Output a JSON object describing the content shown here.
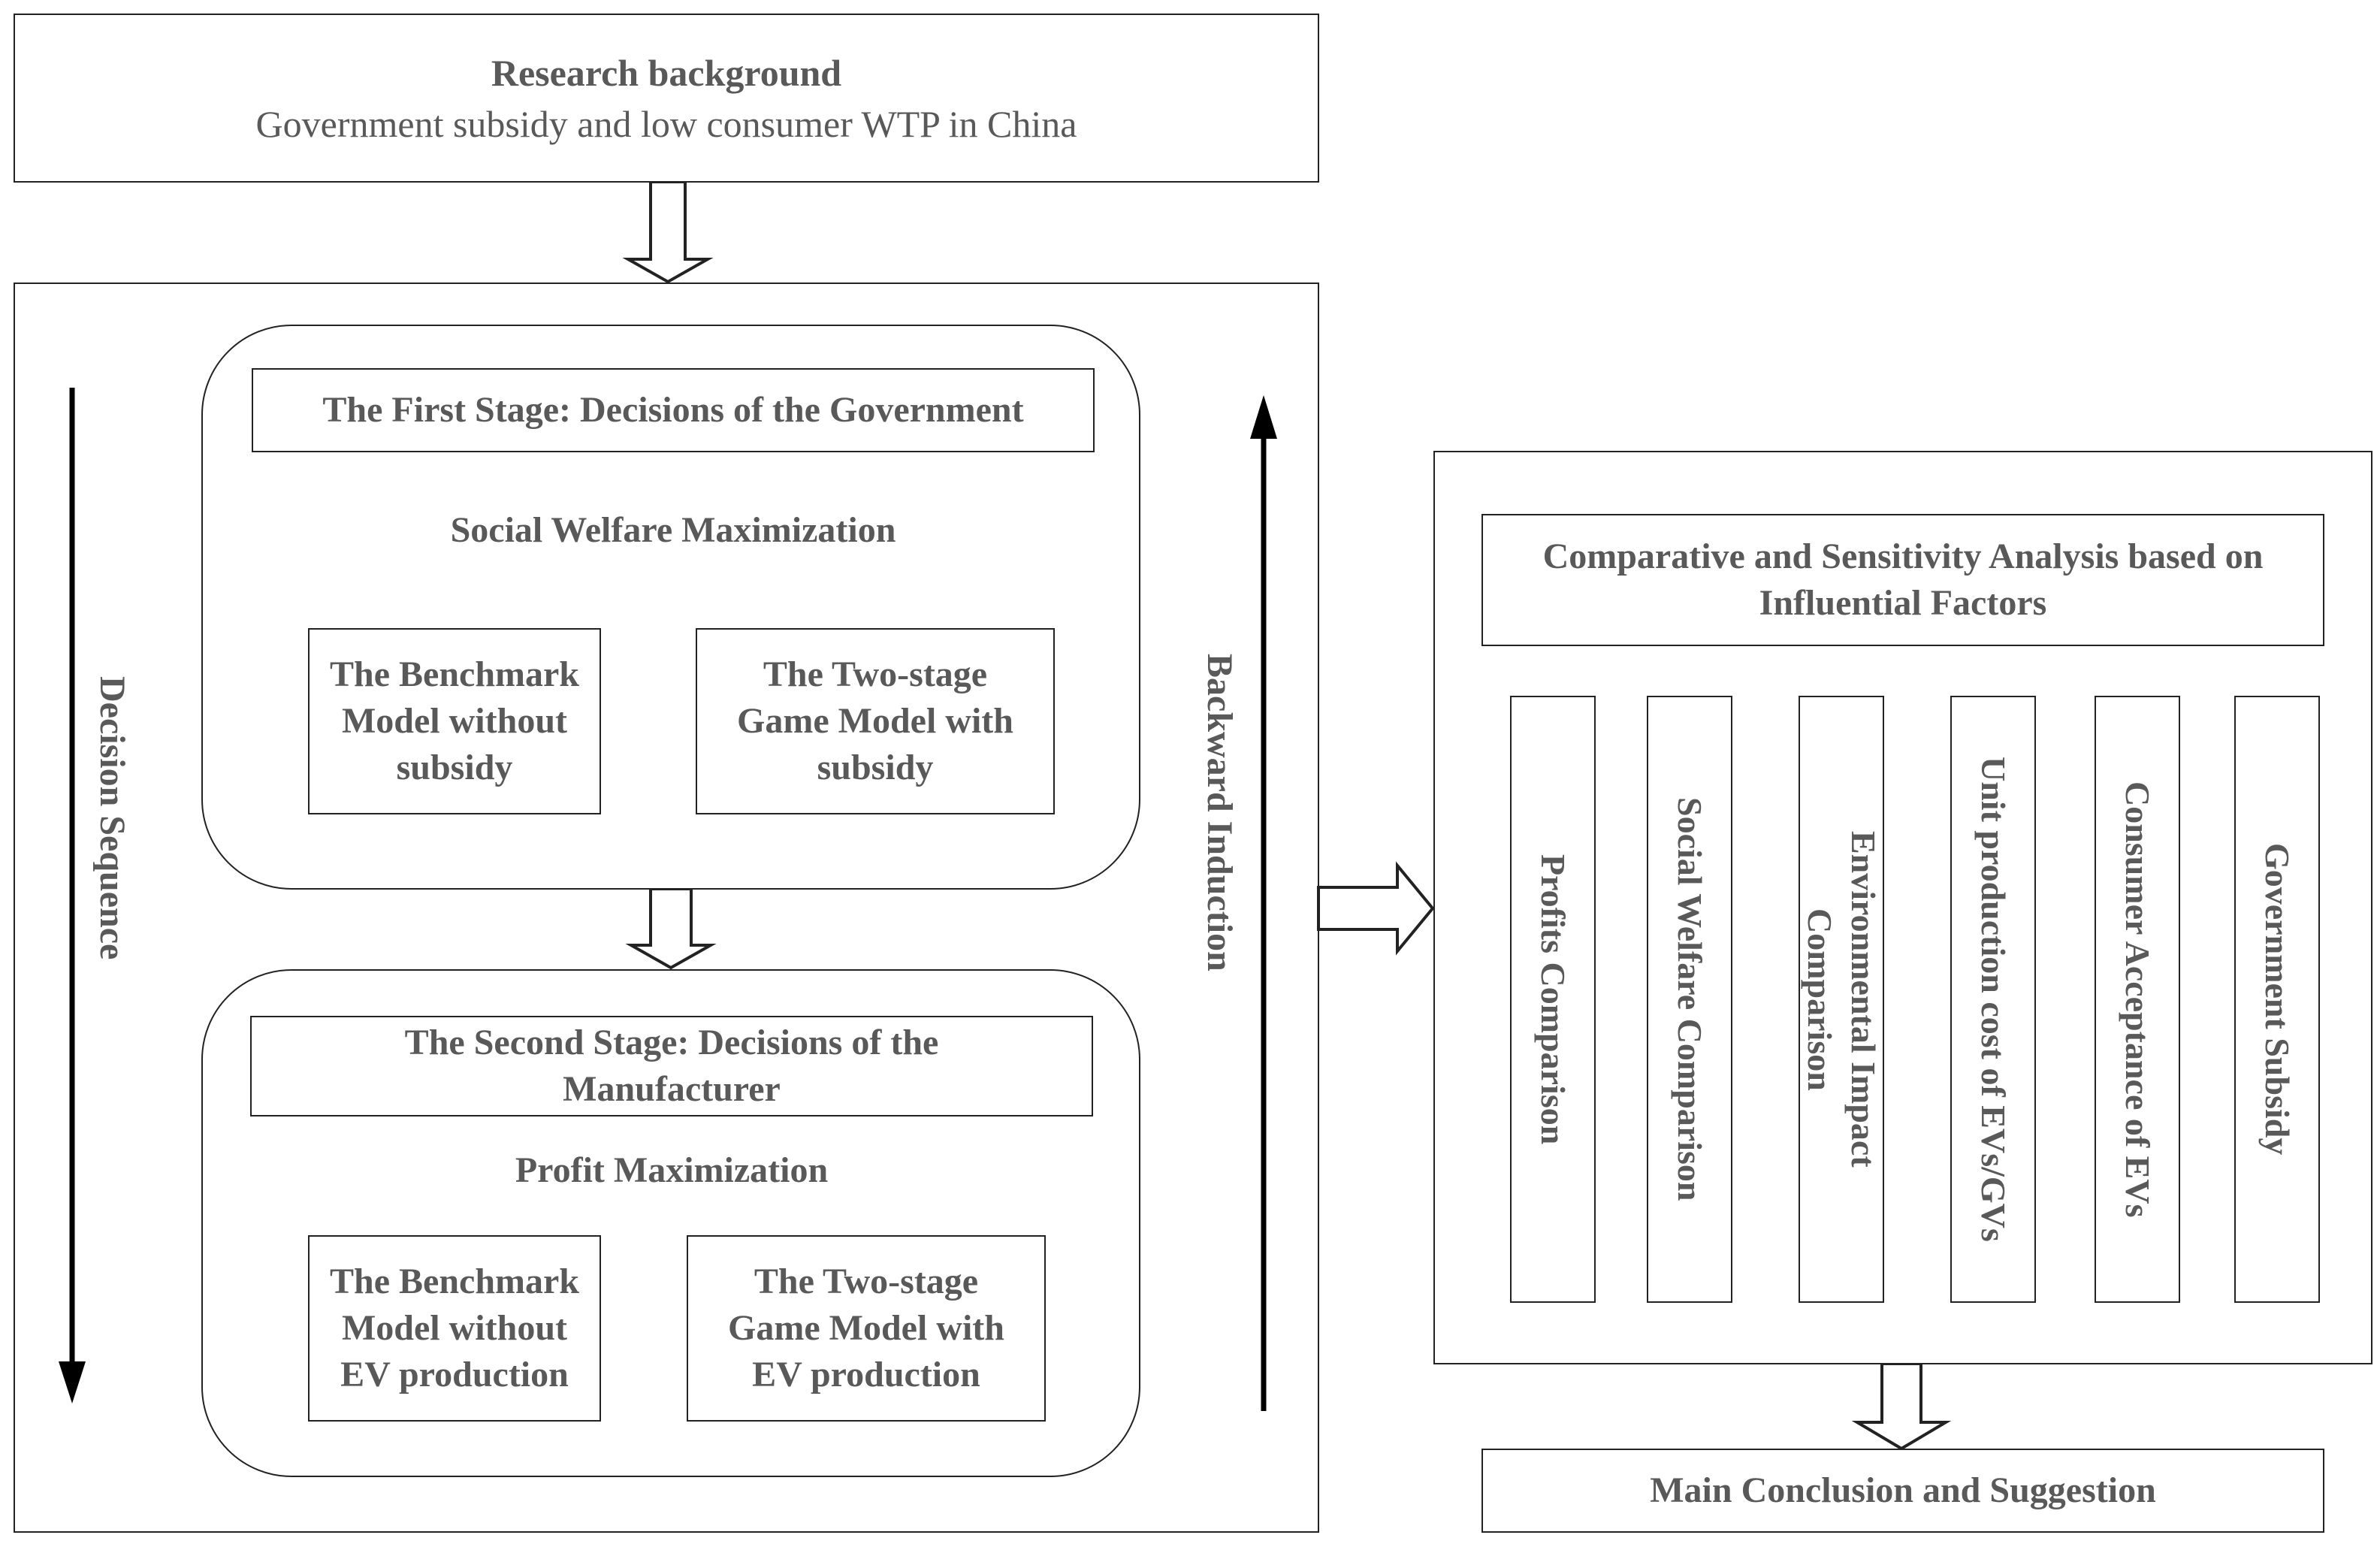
{
  "research_background": {
    "title": "Research background",
    "subtitle": "Government subsidy and low consumer WTP in China"
  },
  "decision_sequence_label": "Decision Sequence",
  "backward_induction_label": "Backward Induction",
  "stage1": {
    "header": "The First Stage: Decisions of the Government",
    "objective": "Social Welfare Maximization",
    "model_left": "The Benchmark Model without subsidy",
    "model_right": "The Two-stage Game Model with subsidy"
  },
  "stage2": {
    "header": "The Second Stage: Decisions of the Manufacturer",
    "objective": "Profit Maximization",
    "model_left": "The Benchmark Model without EV production",
    "model_right": "The Two-stage Game Model with EV production"
  },
  "analysis": {
    "header": "Comparative and Sensitivity Analysis based on Influential Factors",
    "factors": [
      "Profits Comparison",
      "Social Welfare Comparison",
      "Environmental  Impact Comparison",
      "Unit production cost of EVs/GVs",
      "Consumer Acceptance of EVs",
      "Government Subsidy"
    ]
  },
  "conclusion": "Main Conclusion and Suggestion"
}
